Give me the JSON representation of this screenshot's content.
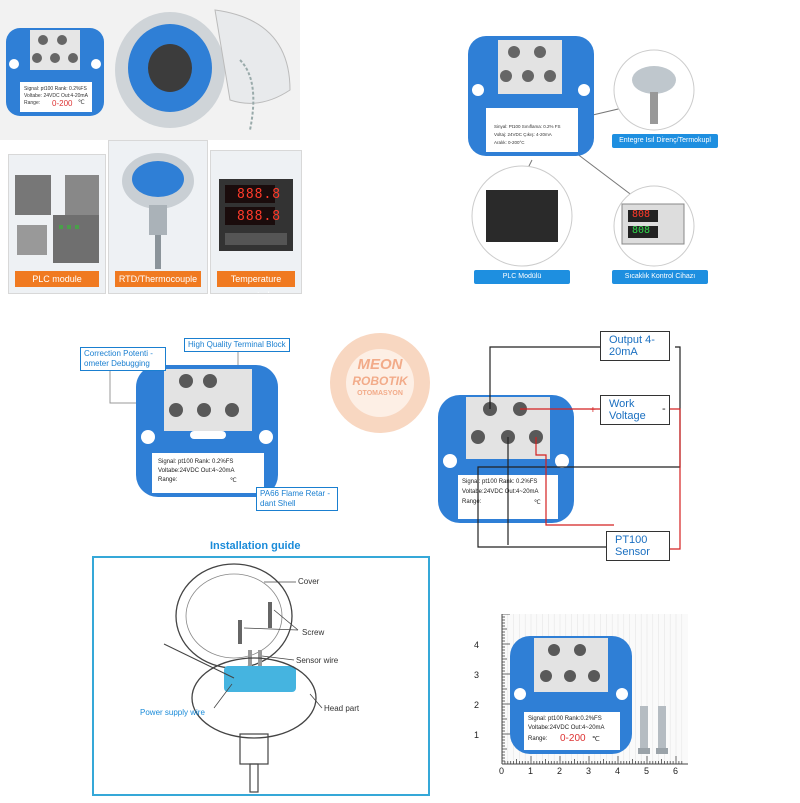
{
  "top_left": {
    "module_signal": "Signal: pt100  Rank: 0.2%FS",
    "module_voltage": "Voltabe: 24VDC  Out:4-20mA",
    "module_range_label": "Range:",
    "module_range_value": "0-200",
    "module_unit": "℃",
    "captions": [
      "PLC module",
      "RTD/Thermocouple",
      "Temperature control"
    ],
    "display_top": "888.8",
    "display_bottom": "888.8"
  },
  "top_right": {
    "module_signal": "Sinyal: Pt100  Sınıflama: 0.2% FS",
    "module_voltage": "Voltaj: 24VDC  Çıkış: 4-20mA",
    "module_range": "Aralık: 0-200°C",
    "captions": [
      "Entegre Isıl Direnç/Termokupl",
      "PLC Modülü",
      "Sıcaklık Kontrol Cihazı"
    ],
    "controller_top": "808",
    "controller_bottom": "808"
  },
  "middle_left": {
    "callouts": [
      "Correction Potenti -ometer Debugging",
      "High Quality Terminal Block",
      "PA66 Flame Retar -dant Shell"
    ],
    "signal": "Signal:  pt100  Rank: 0.2%FS",
    "voltage": "Voltabe:24VDC  Out:4~20mA",
    "range": "Range:",
    "unit": "℃"
  },
  "watermark": {
    "line1": "MEON",
    "line2": "ROBOTIK",
    "line3": "OTOMASYON"
  },
  "wiring": {
    "output": "Output 4-20mA",
    "work_voltage": "Work Voltage",
    "sensor": "PT100 Sensor",
    "plus": "+",
    "minus": "-",
    "signal": "Signal: pt100  Rank: 0.2%FS",
    "voltage": "Voltabe:24VDC  Out:4~20mA",
    "range": "Range:",
    "unit": "℃"
  },
  "installation": {
    "title": "Installation guide",
    "labels": [
      "Cover",
      "Screw",
      "Sensor wire",
      "Power supply wire",
      "Head part"
    ]
  },
  "ruler": {
    "signal": "Signal: pt100  Rank:0.2%FS",
    "voltage": "Voltabe:24VDC  Out:4~20mA",
    "range_label": "Range:",
    "range_value": "0-200",
    "unit": "℃",
    "x_ticks": [
      "0",
      "1",
      "2",
      "3",
      "4",
      "5",
      "6"
    ],
    "y_ticks": [
      "4",
      "3",
      "2",
      "1"
    ]
  },
  "colors": {
    "module_blue": "#2f7fd6",
    "orange": "#f07a21",
    "caption_blue": "#1e8fe0",
    "wire_red": "#d42020"
  }
}
